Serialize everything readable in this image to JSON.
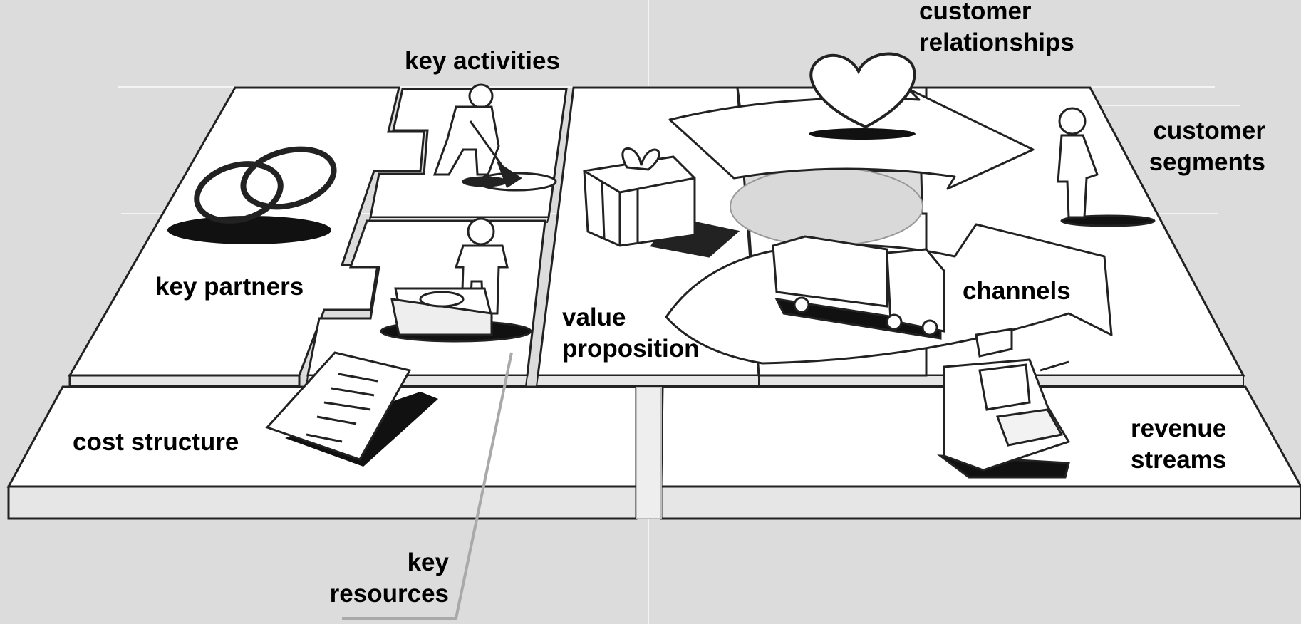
{
  "diagram": {
    "colors": {
      "background": "#dcdcdc",
      "tile_top": "#ffffff",
      "tile_side": "#e6e6e6",
      "outline": "#222222",
      "shadow": "#111111",
      "guide_line": "#f2f2f2",
      "callout_line": "#a9a9a9"
    },
    "labels": {
      "key_activities": "key activities",
      "customer_relationships": [
        "customer",
        "relationships"
      ],
      "customer_segments": [
        "customer",
        "segments"
      ],
      "key_partners": "key partners",
      "value_proposition": [
        "value",
        "proposition"
      ],
      "channels": "channels",
      "cost_structure": "cost structure",
      "revenue_streams": [
        "revenue",
        "streams"
      ],
      "key_resources": [
        "key",
        "resources"
      ]
    },
    "icons": [
      "rings-icon",
      "digging-person-icon",
      "person-at-workbench-icon",
      "gift-box-icon",
      "heart-icon",
      "standing-person-icon",
      "delivery-truck-icon",
      "cash-register-icon",
      "invoice-document-icon",
      "cycle-arrows-icon"
    ]
  }
}
